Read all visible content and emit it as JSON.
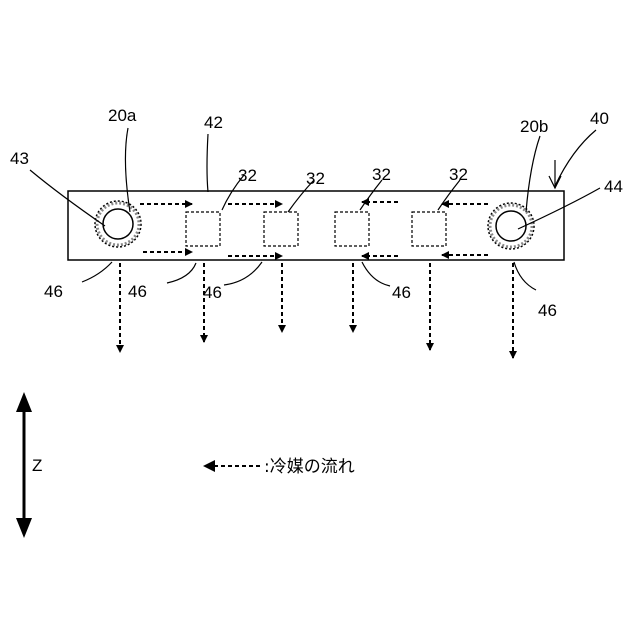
{
  "labels": {
    "ref_43": "43",
    "ref_20a": "20a",
    "ref_42": "42",
    "ref_20b": "20b",
    "ref_40": "40",
    "ref_44": "44",
    "ref_32_1": "32",
    "ref_32_2": "32",
    "ref_32_3": "32",
    "ref_32_4": "32",
    "ref_46_1": "46",
    "ref_46_2": "46",
    "ref_46_3": "46",
    "ref_46_4": "46",
    "ref_46_5": "46"
  },
  "axis": {
    "label": "Z"
  },
  "legend": {
    "text": ":冷媒の流れ"
  }
}
